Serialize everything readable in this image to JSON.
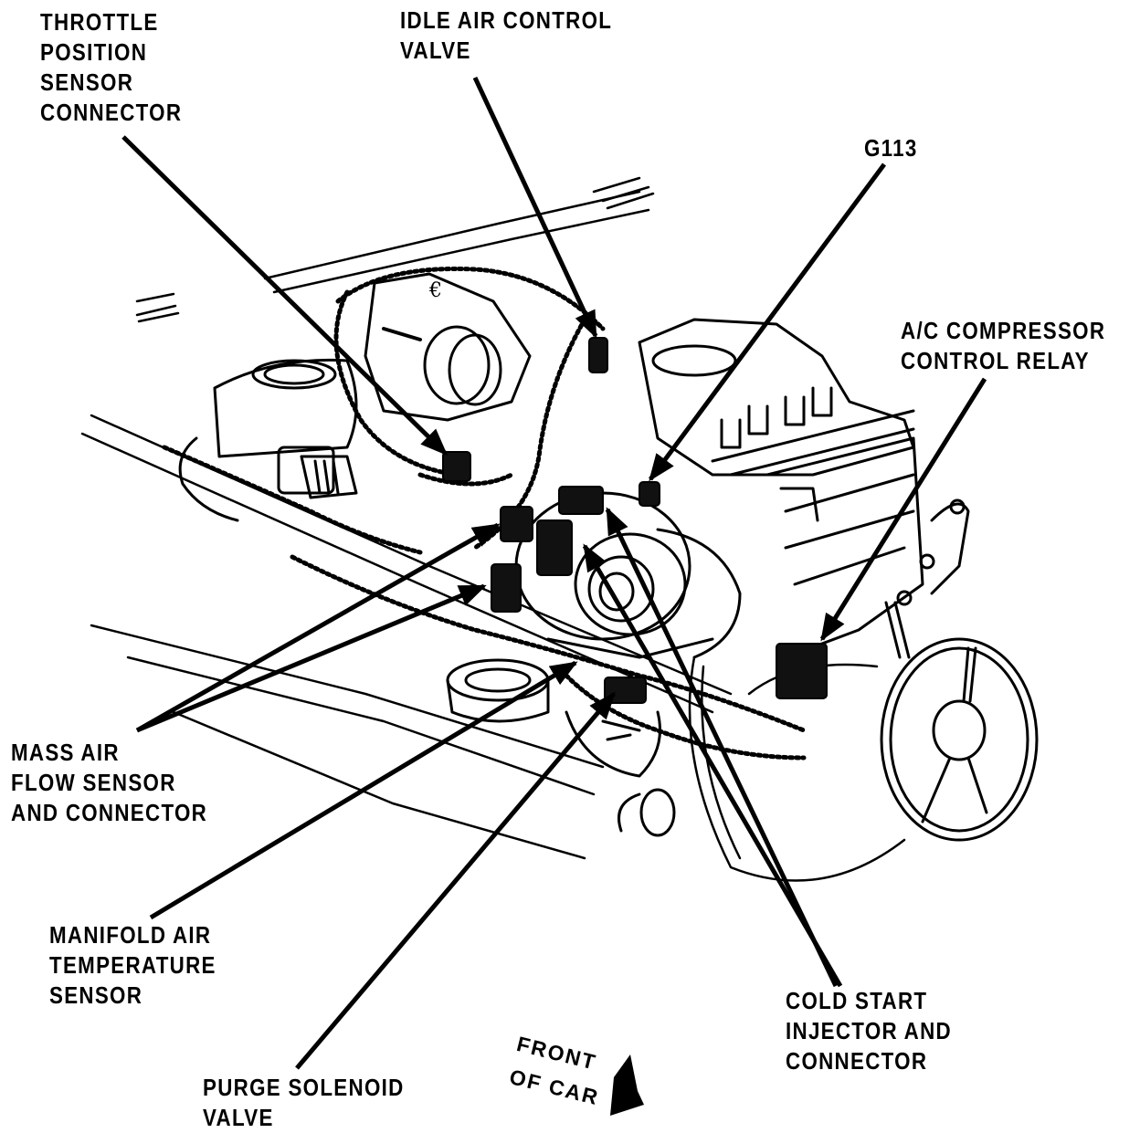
{
  "diagram": {
    "subject": "Engine compartment component locator",
    "colors": {
      "ink": "#000000",
      "paper": "#ffffff"
    },
    "callouts": [
      {
        "id": "tps",
        "lines": [
          "THROTTLE",
          "POSITION",
          "SENSOR",
          "CONNECTOR"
        ]
      },
      {
        "id": "iac",
        "lines": [
          "IDLE AIR CONTROL",
          "VALVE"
        ]
      },
      {
        "id": "g113",
        "lines": [
          "G113"
        ]
      },
      {
        "id": "ac-relay",
        "lines": [
          "A/C COMPRESSOR",
          "CONTROL RELAY"
        ]
      },
      {
        "id": "maf",
        "lines": [
          "MASS AIR",
          "FLOW SENSOR",
          "AND CONNECTOR"
        ]
      },
      {
        "id": "mat",
        "lines": [
          "MANIFOLD AIR",
          "TEMPERATURE",
          "SENSOR"
        ]
      },
      {
        "id": "purge",
        "lines": [
          "PURGE SOLENOID",
          "VALVE"
        ]
      },
      {
        "id": "cold-start",
        "lines": [
          "COLD START",
          "INJECTOR AND",
          "CONNECTOR"
        ]
      }
    ],
    "orientation": {
      "lines": [
        "FRONT",
        "OF CAR"
      ],
      "icon": "arrow-pointer-icon"
    }
  }
}
